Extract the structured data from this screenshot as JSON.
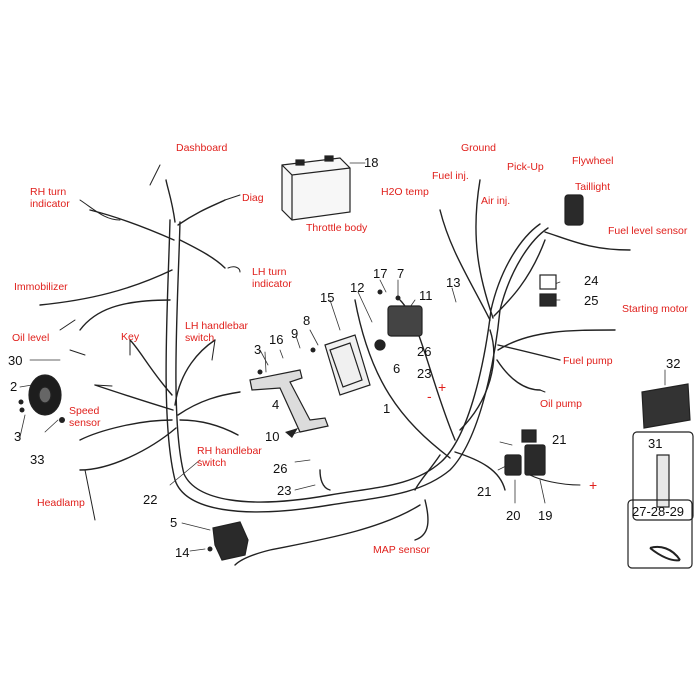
{
  "colors": {
    "label": "#e0201c",
    "number": "#111111",
    "line": "#222222",
    "fill_dark": "#2a2a2a",
    "fill_light": "#f4f4f4"
  },
  "labels": {
    "dashboard": "Dashboard",
    "rh_turn_indicator": "RH turn\nindicator",
    "diag": "Diag",
    "lh_turn_indicator": "LH turn\nindicator",
    "immobilizer": "Immobilizer",
    "oil_level": "Oil level",
    "key": "Key",
    "lh_handlebar_switch": "LH handlebar\nswitch",
    "speed_sensor": "Speed\nsensor",
    "rh_handlebar_switch": "RH handlebar\nswitch",
    "headlamp": "Headlamp",
    "map_sensor": "MAP sensor",
    "throttle_body": "Throttle body",
    "h2o_temp": "H2O temp",
    "fuel_inj": "Fuel inj.",
    "ground": "Ground",
    "air_inj": "Air inj.",
    "pick_up": "Pick-Up",
    "flywheel": "Flywheel",
    "taillight": "Taillight",
    "fuel_level_sensor": "Fuel level sensor",
    "starting_motor": "Starting motor",
    "fuel_pump": "Fuel pump",
    "oil_pump": "Oil pump",
    "minus": "-",
    "plus": "+",
    "plus2": "+"
  },
  "numbers": {
    "n1": "1",
    "n2": "2",
    "n3a": "3",
    "n3b": "3",
    "n4": "4",
    "n5": "5",
    "n6": "6",
    "n7": "7",
    "n8": "8",
    "n9": "9",
    "n10": "10",
    "n11": "11",
    "n12": "12",
    "n13": "13",
    "n14": "14",
    "n15": "15",
    "n16": "16",
    "n17": "17",
    "n18": "18",
    "n19": "19",
    "n20": "20",
    "n21a": "21",
    "n21b": "21",
    "n22": "22",
    "n23a": "23",
    "n23b": "23",
    "n24": "24",
    "n25": "25",
    "n26a": "26",
    "n26b": "26",
    "n27_28_29": "27-28-29",
    "n30": "30",
    "n31": "31",
    "n32": "32",
    "n33": "33"
  }
}
